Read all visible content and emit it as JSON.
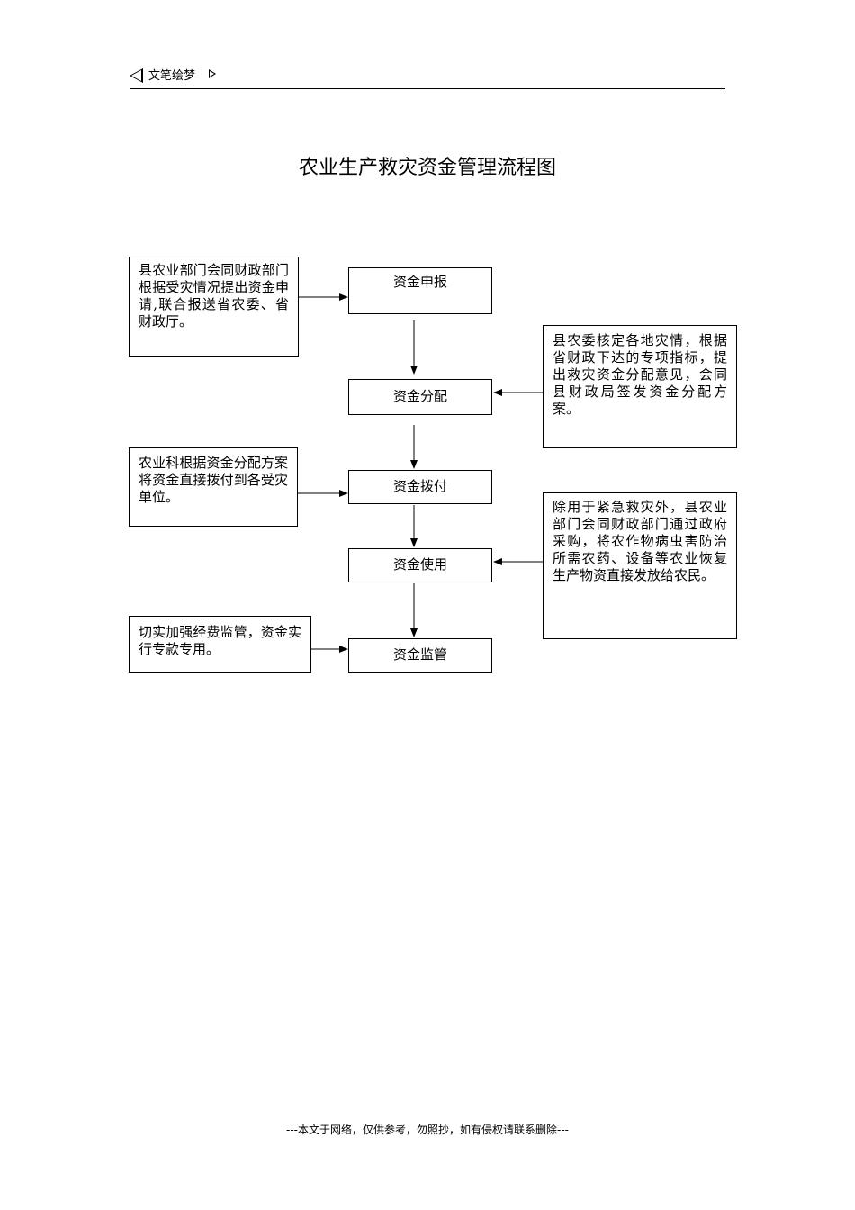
{
  "header": {
    "text": "文笔绘梦"
  },
  "title": "农业生产救灾资金管理流程图",
  "steps": [
    "资金申报",
    "资金分配",
    "资金拨付",
    "资金使用",
    "资金监管"
  ],
  "notes": {
    "apply": "县农业部门会同财政部门根据受灾情况提出资金申请,联合报送省农委、省财政厅。",
    "allocate": "县农委核定各地灾情，根据省财政下达的专项指标，提出救灾资金分配意见，会同县财政局签发资金分配方案。",
    "disburse": "农业科根据资金分配方案将资金直接拨付到各受灾单位。",
    "use": "除用于紧急救灾外，县农业部门会同财政部门通过政府采购，将农作物病虫害防治所需农药、设备等农业恢复生产物资直接发放给农民。",
    "supervise": "切实加强经费监管，资金实行专款专用。"
  },
  "footer": "---本文于网络，仅供参考，勿照抄，如有侵权请联系删除---"
}
